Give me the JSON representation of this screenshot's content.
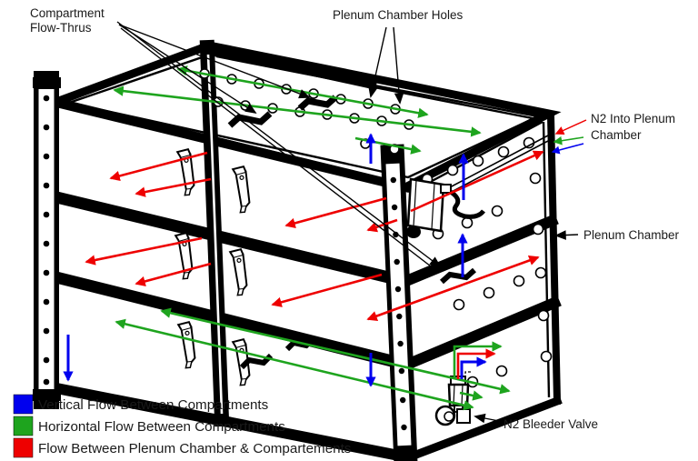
{
  "diagram": {
    "labels": {
      "compartment_flow_thrus": {
        "line1": "Compartment",
        "line2": "Flow-Thrus"
      },
      "plenum_chamber_holes": "Plenum Chamber Holes",
      "n2_into_plenum": {
        "line1": "N2 Into Plenum",
        "line2": "Chamber"
      },
      "plenum_chamber": "Plenum Chamber",
      "n2_bleeder_valve": "N2 Bleeder Valve"
    },
    "legend": [
      {
        "color_key": "blue",
        "label": "Vertical Flow Between Compartments"
      },
      {
        "color_key": "green",
        "label": "Horizontal Flow Between Compartments"
      },
      {
        "color_key": "red",
        "label": "Flow Between Plenum Chamber & Compartements"
      }
    ],
    "colors": {
      "blue": "#0000ee",
      "green": "#1ea41e",
      "red": "#ee0000",
      "black": "#000000"
    }
  }
}
